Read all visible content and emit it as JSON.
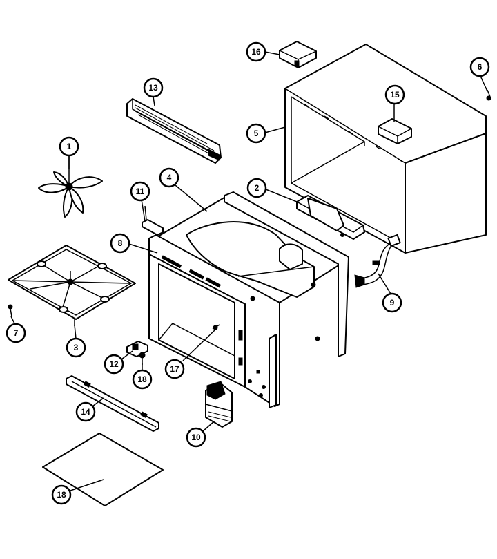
{
  "callouts": {
    "c1": "1",
    "c2": "2",
    "c3": "3",
    "c4": "4",
    "c5": "5",
    "c6": "6",
    "c7": "7",
    "c8": "8",
    "c9": "9",
    "c10": "10",
    "c11": "11",
    "c12": "12",
    "c13": "13",
    "c14": "14",
    "c15": "15",
    "c16": "16",
    "c17": "17",
    "c18a": "18",
    "c18b": "18"
  },
  "colors": {
    "ink": "#000000",
    "paper": "#ffffff"
  }
}
